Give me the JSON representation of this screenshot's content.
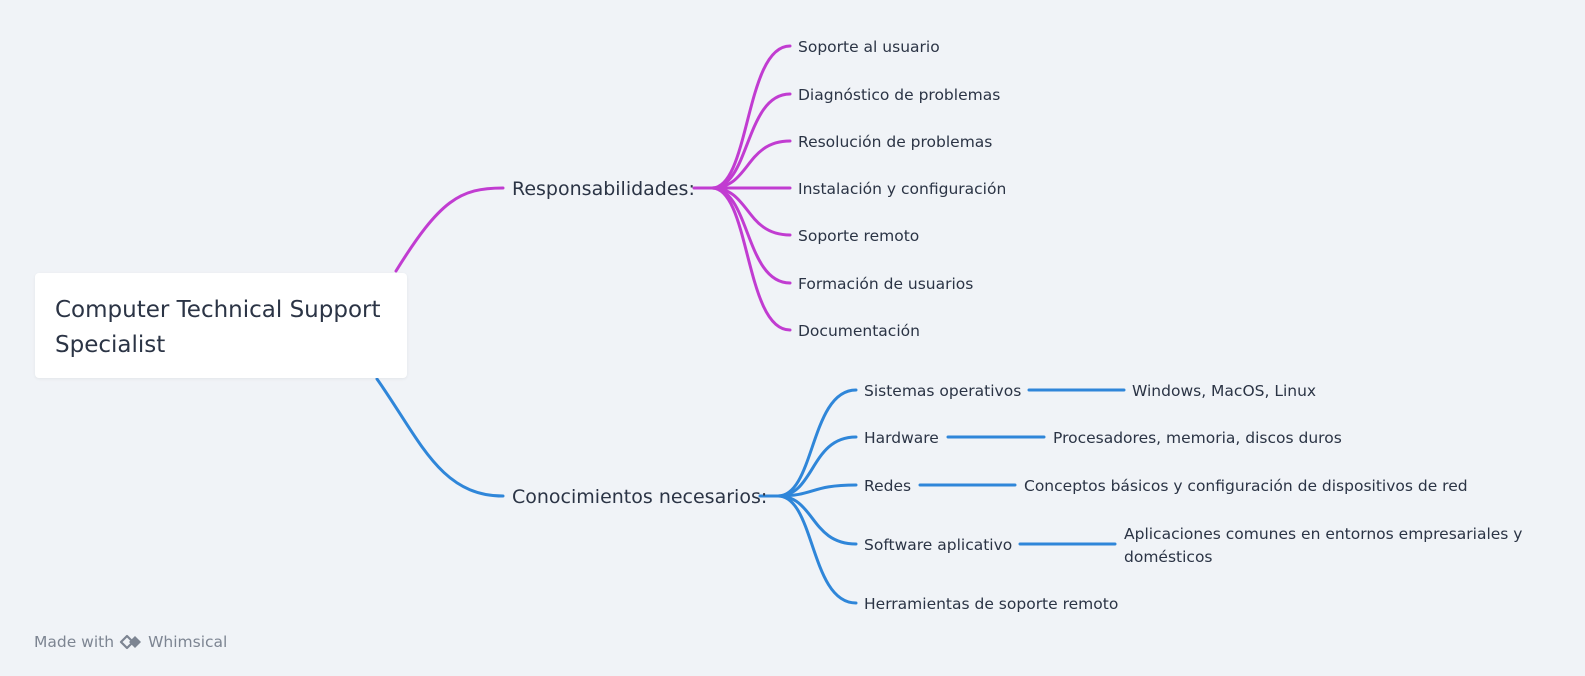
{
  "root": {
    "title_line1": "Computer Technical Support",
    "title_line2": "Specialist"
  },
  "branches": [
    {
      "label": "Responsabilidades:",
      "color": "#c13cd1",
      "children": [
        "Soporte al usuario",
        "Diagnóstico de problemas",
        "Resolución de problemas",
        "Instalación y configuración",
        "Soporte remoto",
        "Formación de usuarios",
        "Documentación"
      ]
    },
    {
      "label": "Conocimientos necesarios:",
      "color": "#2f86d9",
      "children": [
        {
          "label": "Sistemas operativos",
          "detail": "Windows, MacOS, Linux"
        },
        {
          "label": "Hardware",
          "detail": "Procesadores, memoria, discos duros"
        },
        {
          "label": "Redes",
          "detail": "Conceptos básicos y configuración de dispositivos de red"
        },
        {
          "label": "Software aplicativo",
          "detail": "Aplicaciones comunes en entornos empresariales y domésticos"
        },
        {
          "label": "Herramientas de soporte remoto",
          "detail": ""
        }
      ]
    }
  ],
  "footer": {
    "made_with": "Made with",
    "brand": "Whimsical",
    "icon": "whimsical-logo-icon"
  }
}
